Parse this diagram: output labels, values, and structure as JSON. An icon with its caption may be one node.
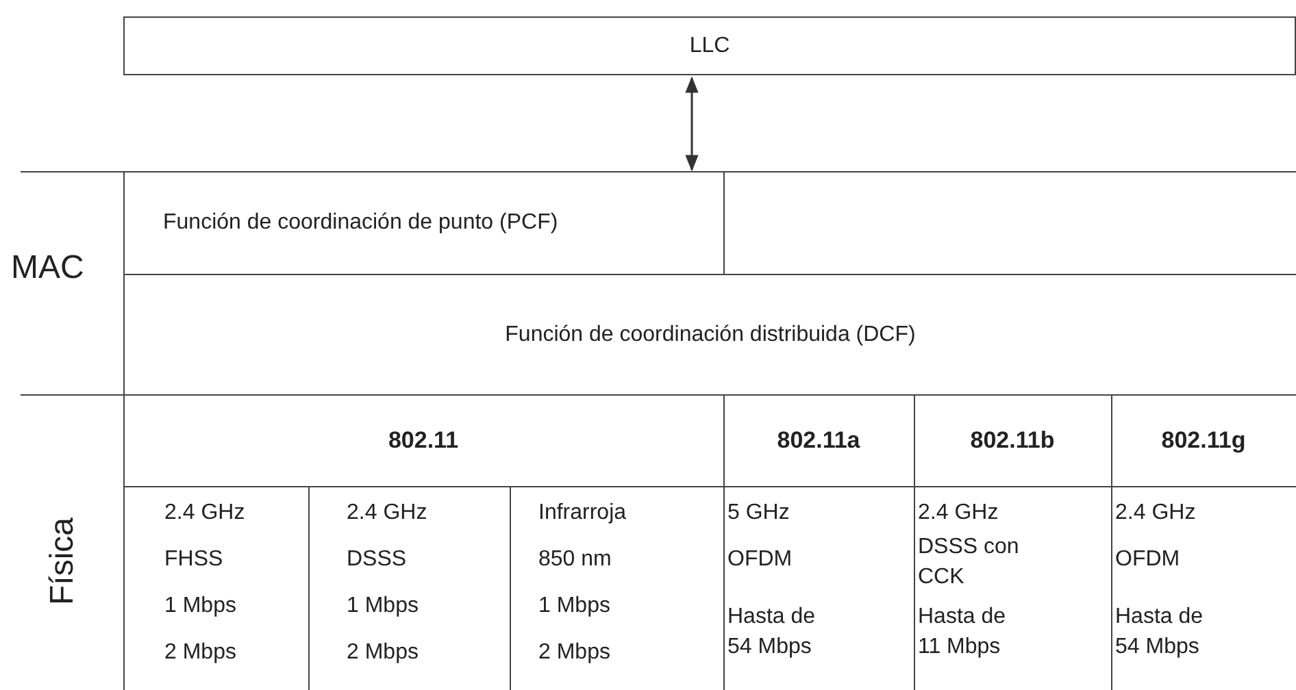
{
  "diagram": {
    "nodes": [
      {
        "text": [
          "LLC"
        ]
      },
      {
        "text": [
          "Función de coordinación de punto (PCF)"
        ]
      },
      {
        "text": [
          "Función de coordinación distribuida (DCF)"
        ]
      }
    ],
    "edges": [
      {
        "from": 0,
        "to": 1,
        "arrow": "both"
      }
    ],
    "labels": [
      "MAC",
      "Física",
      "802.11",
      "802.11a",
      "802.11b",
      "802.11g",
      "2.4 GHz",
      "FHSS",
      "1 Mbps",
      "2 Mbps",
      "2.4 GHz",
      "DSSS",
      "1 Mbps",
      "2 Mbps",
      "Infrarroja",
      "850 nm",
      "1 Mbps",
      "2 Mbps",
      "5 GHz",
      "OFDM",
      "Hasta de 54 Mbps",
      "2.4 GHz",
      "DSSS con CCK",
      "Hasta de 11 Mbps",
      "2.4 GHz",
      "OFDM",
      "Hasta de 54 Mbps"
    ]
  }
}
